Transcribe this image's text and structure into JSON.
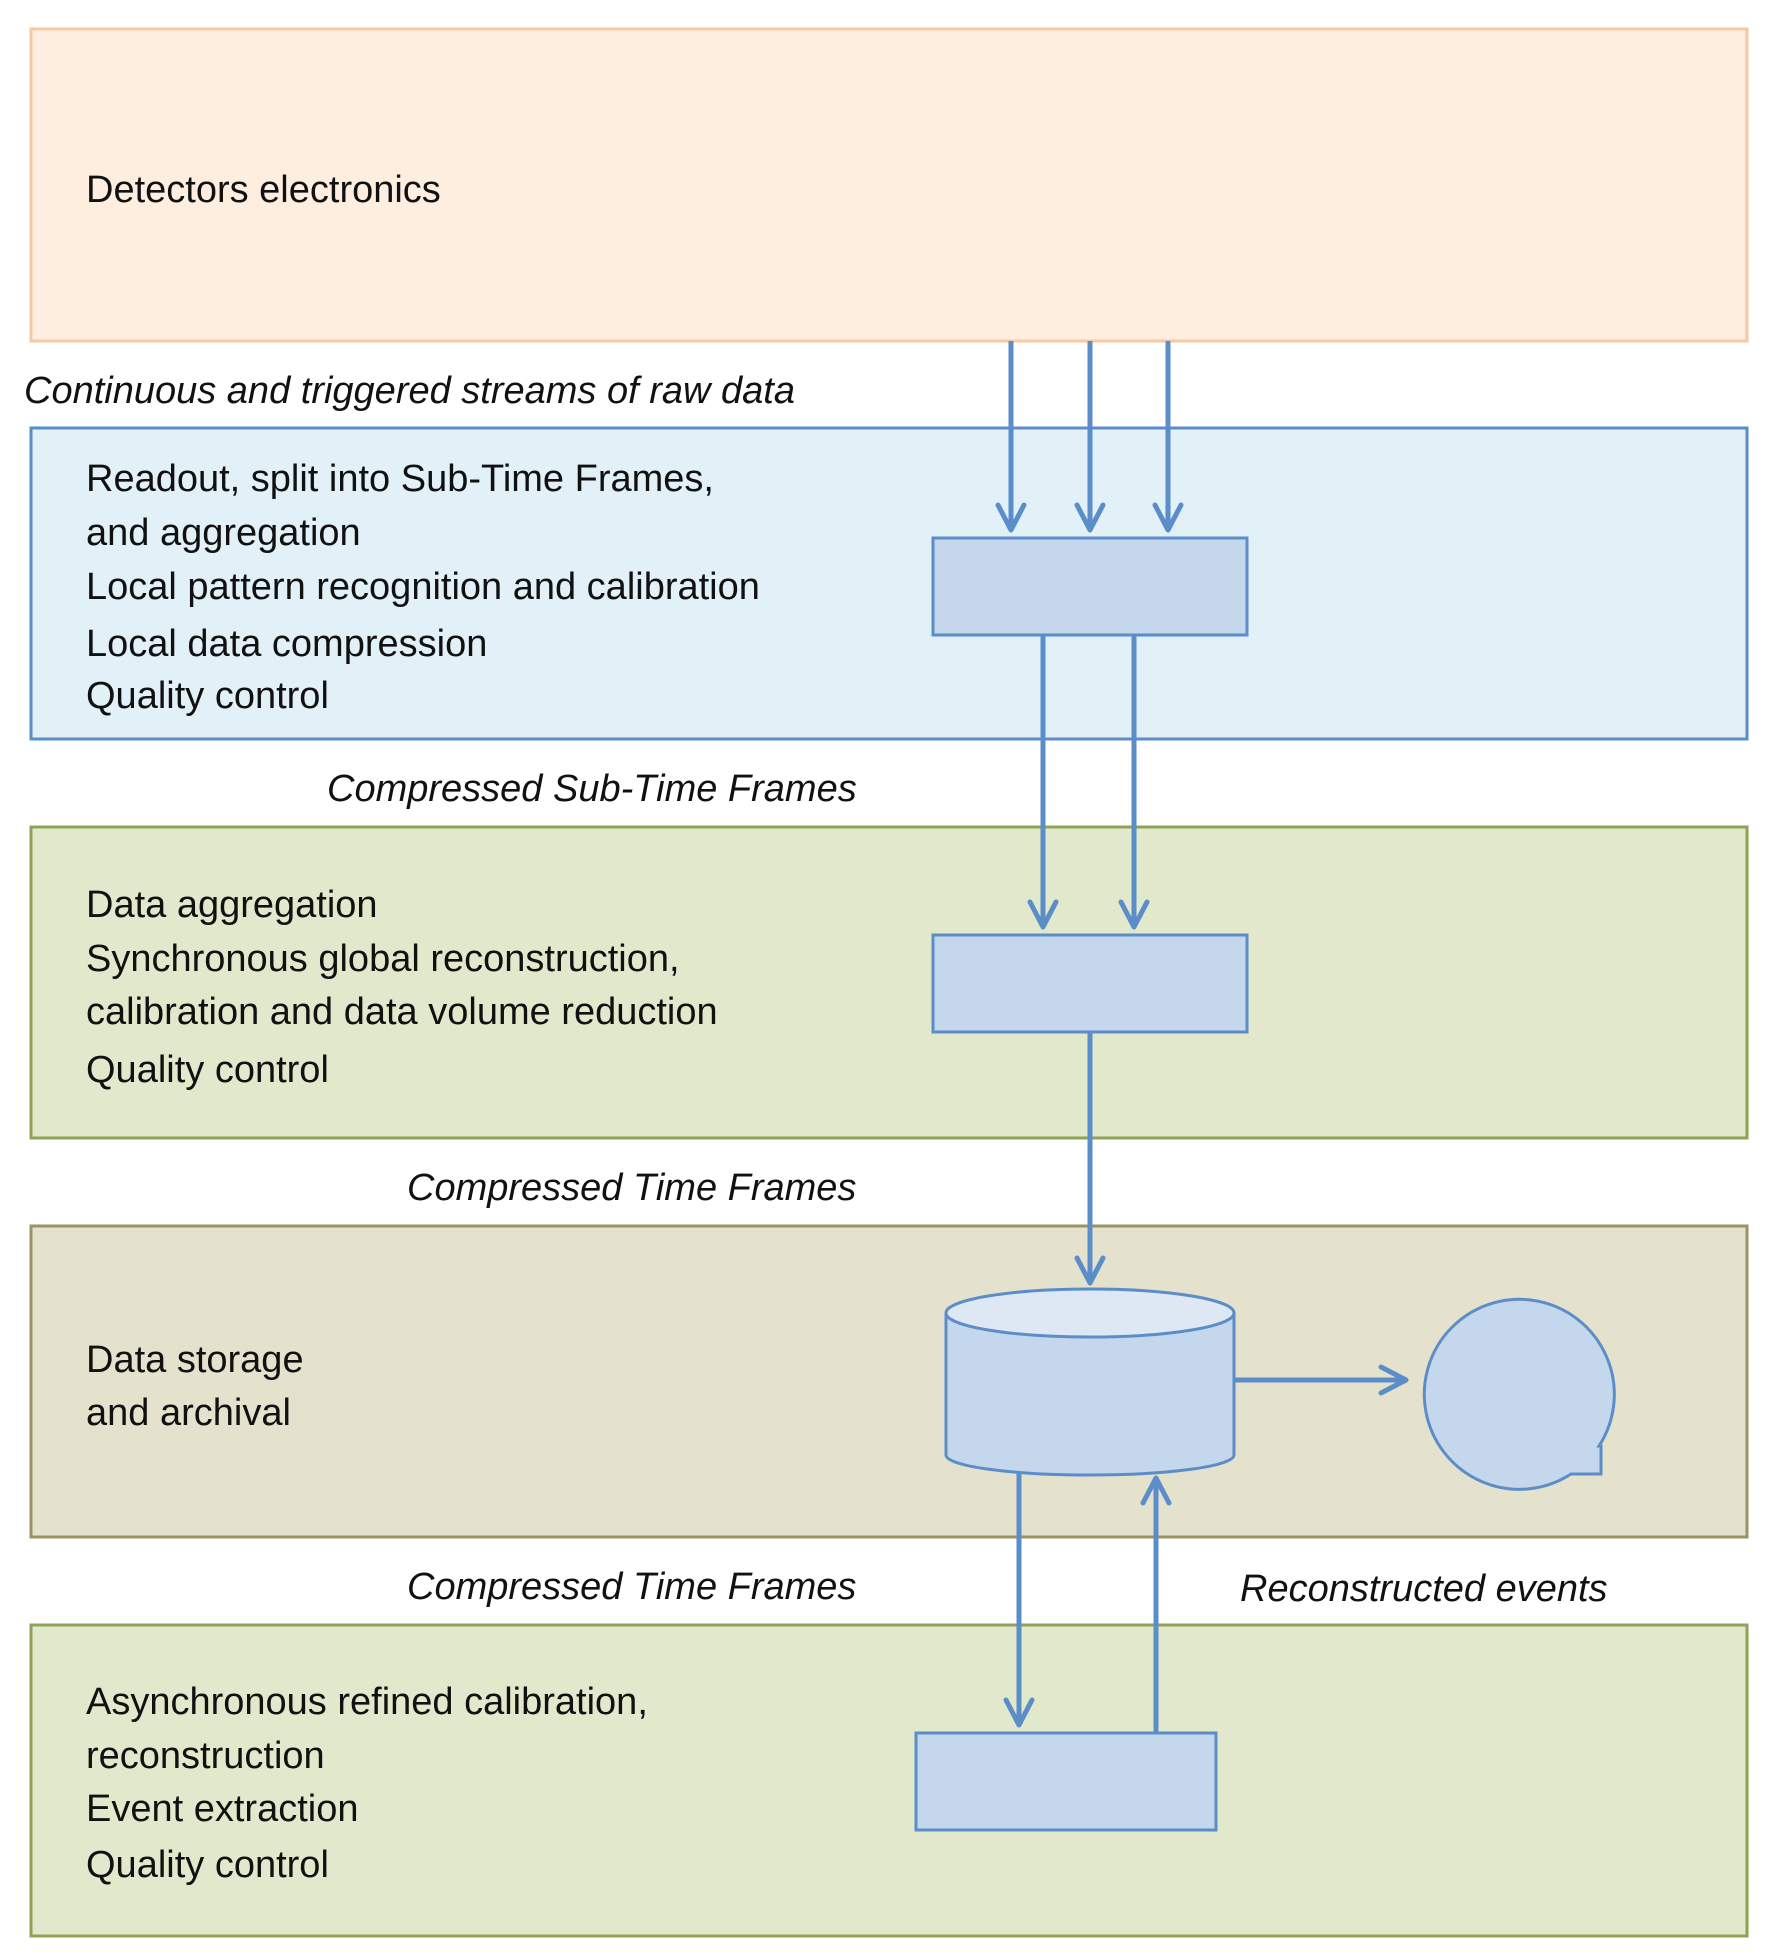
{
  "layers": {
    "detectors": {
      "lines": [
        "Detectors electronics"
      ]
    },
    "flp": {
      "lines": [
        "Readout, split into Sub-Time Frames,",
        "and aggregation",
        "Local pattern recognition and calibration",
        "Local data compression",
        "Quality control"
      ]
    },
    "epn": {
      "lines": [
        "Data aggregation",
        "Synchronous global reconstruction,",
        "calibration and data volume reduction",
        "Quality control"
      ]
    },
    "storage": {
      "lines": [
        "Data storage",
        "and archival"
      ]
    },
    "async": {
      "lines": [
        "Asynchronous  refined calibration,",
        "reconstruction",
        "Event extraction",
        "Quality control"
      ]
    }
  },
  "flows": {
    "raw": "Continuous and triggered streams of raw data",
    "subtf": "Compressed Sub-Time Frames",
    "tf1": "Compressed Time Frames",
    "tf2": "Compressed Time Frames",
    "reco": "Reconstructed events"
  },
  "colors": {
    "detectors_fill": "#fdeee0",
    "detectors_border": "#f6c9a3",
    "flp_fill": "#e2f0f7",
    "flp_border": "#5b8ec9",
    "epn_fill": "#e1e8cc",
    "epn_border": "#8ea356",
    "storage_fill": "#e4e1cd",
    "storage_border": "#9b9462",
    "async_fill": "#e1e8cc",
    "async_border": "#8ea356",
    "arrow": "#5b8ec9",
    "box_fill": "#c5d7ec"
  }
}
